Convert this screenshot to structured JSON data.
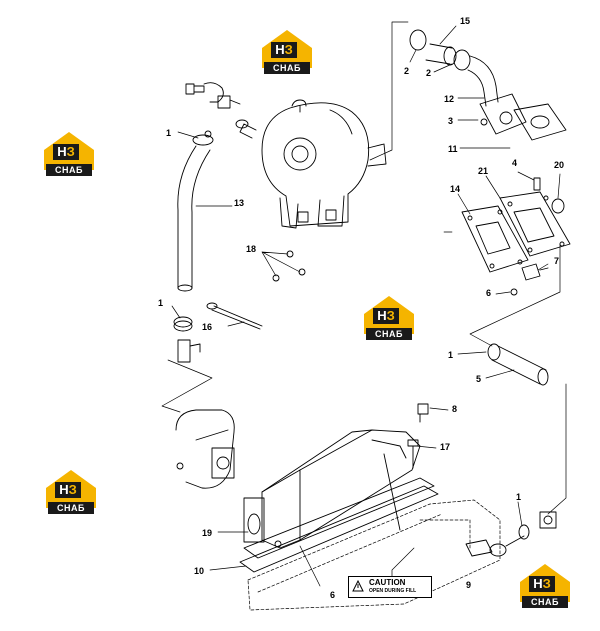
{
  "brand": {
    "mark_left": "Н",
    "mark_right": "З",
    "word": "СНАБ",
    "accent_color": "#f5b400",
    "dark_color": "#1a1a1a"
  },
  "callouts": {
    "c1a": "1",
    "c1b": "1",
    "c1c": "1",
    "c1d": "1",
    "c2a": "2",
    "c2b": "2",
    "c3": "3",
    "c4": "4",
    "c5": "5",
    "c6a": "6",
    "c6b": "6",
    "c7": "7",
    "c8": "8",
    "c9": "9",
    "c10": "10",
    "c11": "11",
    "c12": "12",
    "c13": "13",
    "c14": "14",
    "c15": "15",
    "c16": "16",
    "c17": "17",
    "c18": "18",
    "c19": "19",
    "c20": "20",
    "c21": "21"
  },
  "caution_label": {
    "title": "CAUTION",
    "subtitle": "OPEN DURING FILL",
    "icon": "warning-triangle-icon"
  }
}
